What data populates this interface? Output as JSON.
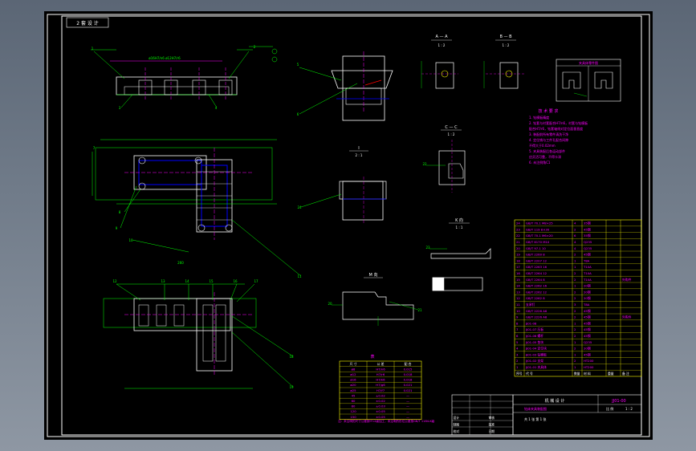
{
  "sheet": {
    "tag": "2 套 设 计",
    "background": "#000000",
    "colors": {
      "border": "#ffffff",
      "geometry": "#ffffff",
      "dimension": "#00ff00",
      "centerline": "#ff00ff",
      "leader": "#00ff00",
      "annotation": "#ff00ff",
      "hidden": "#0000ff",
      "table": "#ffff00",
      "highlight": "#ff0000"
    }
  },
  "views": {
    "section_a": {
      "label": "A — A",
      "scale": "1 : 2"
    },
    "section_b": {
      "label": "B — B",
      "scale": "1 : 2"
    },
    "section_c": {
      "label": "C — C",
      "scale": "1 : 2"
    },
    "detail_i": {
      "label": "I",
      "scale": "2 : 1"
    },
    "view_k": {
      "label": "K 向",
      "scale": "1 : 1"
    },
    "view_m": {
      "label": "M 向"
    }
  },
  "tech_requirements": {
    "title": "技 术 要 求",
    "lines": [
      "1. 钻模板精度",
      "2. 钻套与衬套配合H7/n6，衬套与钻模板",
      "   配合H7/r6，钻套轴线对定位面垂直度",
      "3. 装配前所有零件清洗干净",
      "4. 定位销与工件孔配合间隙",
      "   不得大于0.02mm",
      "5. 夹具装配后各运动部件",
      "   应灵活可靠，不得卡滞",
      "6. 未注倒角C1"
    ]
  },
  "inset_box": {
    "title": "夹具体零件图"
  },
  "dim_table": {
    "title": "表",
    "headers": [
      "尺 寸",
      "公 差",
      "配 合"
    ],
    "rows": [
      [
        "ø8",
        "H7/n6",
        "0.015"
      ],
      [
        "ø12",
        "H7/r6",
        "0.018"
      ],
      [
        "ø16",
        "H7/k6",
        "0.018"
      ],
      [
        "ø20",
        "H7/g6",
        "0.021"
      ],
      [
        "ø25",
        "H7/f7",
        "0.021"
      ],
      [
        "45",
        "±0.02",
        "—"
      ],
      [
        "60",
        "±0.02",
        "—"
      ],
      [
        "80",
        "±0.03",
        "—"
      ],
      [
        "120",
        "±0.05",
        "—"
      ],
      [
        "150",
        "±0.05",
        "—"
      ]
    ]
  },
  "bom": {
    "rows": [
      [
        "24",
        "GB/T 70.1 M8×25",
        "4",
        "35钢",
        "",
        ""
      ],
      [
        "23",
        "GB/T 119 8×30",
        "2",
        "45钢",
        "",
        ""
      ],
      [
        "22",
        "GB/T 70.1 M6×20",
        "6",
        "35钢",
        "",
        ""
      ],
      [
        "21",
        "GB/T 6170 M10",
        "4",
        "Q235",
        "",
        ""
      ],
      [
        "20",
        "GB/T 97.1 10",
        "4",
        "Q235",
        "",
        ""
      ],
      [
        "19",
        "GB/T 2260 8",
        "2",
        "45钢",
        "",
        ""
      ],
      [
        "18",
        "GB/T 2207 12",
        "1",
        "T8A",
        "",
        ""
      ],
      [
        "17",
        "GB/T 2263 16",
        "1",
        "T10A",
        "",
        ""
      ],
      [
        "16",
        "GB/T 2264 12",
        "2",
        "T10A",
        "",
        ""
      ],
      [
        "15",
        "GB/T 2264 8",
        "2",
        "T10A",
        "",
        "外购件"
      ],
      [
        "14",
        "GB/T 2262 16",
        "1",
        "20钢",
        "",
        ""
      ],
      [
        "13",
        "GB/T 2262 12",
        "2",
        "20钢",
        "",
        ""
      ],
      [
        "12",
        "GB/T 2262 8",
        "2",
        "20钢",
        "",
        ""
      ],
      [
        "11",
        "支承钉",
        "3",
        "T8A",
        "",
        ""
      ],
      [
        "10",
        "GB/T 2226 A6",
        "2",
        "45钢",
        "",
        ""
      ],
      [
        "9",
        "GB/T 2226 A8",
        "2",
        "45钢",
        "",
        "外购件"
      ],
      [
        "8",
        "JJ01-08",
        "1",
        "45钢",
        "",
        ""
      ],
      [
        "7",
        "JJ01-07 压板",
        "2",
        "45钢",
        "",
        ""
      ],
      [
        "6",
        "JJ01-06 螺杆",
        "2",
        "45钢",
        "",
        ""
      ],
      [
        "5",
        "JJ01-05 垫块",
        "1",
        "Q235",
        "",
        ""
      ],
      [
        "4",
        "JJ01-04 定位块",
        "2",
        "20钢",
        "",
        ""
      ],
      [
        "3",
        "JJ01-03 钻模板",
        "1",
        "45钢",
        "",
        ""
      ],
      [
        "2",
        "JJ01-02 支架",
        "2",
        "HT200",
        "",
        ""
      ],
      [
        "1",
        "JJ01-01 夹具体",
        "1",
        "HT200",
        "",
        ""
      ]
    ],
    "header": [
      "序号",
      "代 号",
      "数量",
      "材 料",
      "重量",
      "备 注"
    ]
  },
  "title_block": {
    "drawing_title": "钻床夹具装配图",
    "drawing_number": "JJ01-00",
    "scale_label": "比 例",
    "scale": "1 : 2",
    "sheet_info": "共 1 张 第 1 张",
    "school": "机 械 设 计",
    "rows": [
      [
        "设计",
        "",
        "",
        "审核",
        ""
      ],
      [
        "制图",
        "",
        "",
        "批准",
        ""
      ],
      [
        "校对",
        "",
        "",
        "日期",
        ""
      ]
    ],
    "note": "注：未注明的尺寸公差按IT12级加工，未注明的形位公差按GB/T 1184-K级"
  },
  "balloons": [
    "1",
    "2",
    "3",
    "4",
    "5",
    "6",
    "7",
    "8",
    "9",
    "10",
    "11",
    "12",
    "13",
    "14",
    "15",
    "16",
    "17",
    "18",
    "19",
    "20",
    "21",
    "22",
    "23",
    "24"
  ]
}
